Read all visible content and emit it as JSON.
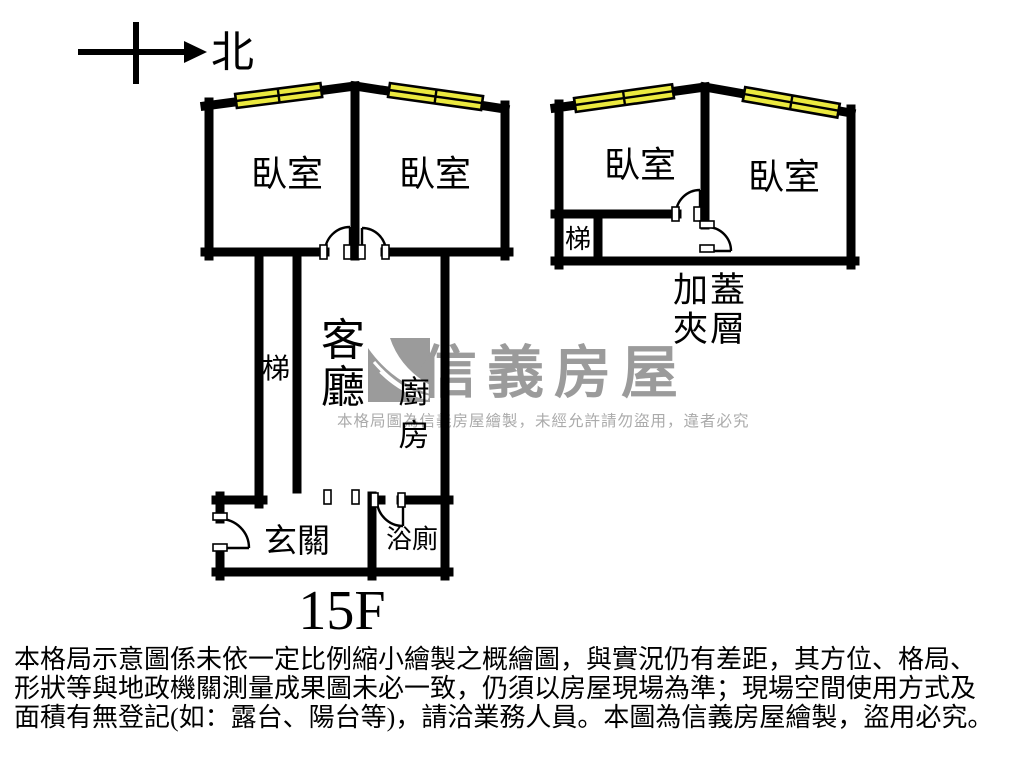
{
  "compass": {
    "label": "北"
  },
  "watermark": {
    "brand": "信義房屋",
    "notice": "本格局圖為信義房屋繪製，未經允許請勿盜用，違者必究"
  },
  "floor_plans": [
    {
      "name": "main-unit",
      "floor_label": "15F",
      "rooms": [
        {
          "name": "bedroom-left",
          "label": "臥室"
        },
        {
          "name": "bedroom-right",
          "label": "臥室"
        },
        {
          "name": "stairs",
          "label": "梯"
        },
        {
          "name": "living-room",
          "label": "客廳"
        },
        {
          "name": "kitchen",
          "label": "廚房"
        },
        {
          "name": "entry",
          "label": "玄關"
        },
        {
          "name": "bathroom",
          "label": "浴廁"
        }
      ]
    },
    {
      "name": "rooftop-mezzanine",
      "floor_label_lines": [
        "加蓋",
        "夾層"
      ],
      "rooms": [
        {
          "name": "bedroom-left",
          "label": "臥室"
        },
        {
          "name": "bedroom-right",
          "label": "臥室"
        },
        {
          "name": "stairs",
          "label": "梯"
        }
      ]
    }
  ],
  "disclaimer": {
    "lines": [
      "本格局示意圖係未依一定比例縮小繪製之概繪圖，與實況仍有差距，其方位、格局、",
      "形狀等與地政機關測量成果圖未必一致，仍須以房屋現場為準；現場空間使用方式及",
      "面積有無登記(如：露台、陽台等)，請洽業務人員。本圖為信義房屋繪製，盜用必究。"
    ]
  },
  "colors": {
    "wall": "#000000",
    "window_fill": "#ebe93f",
    "watermark_gray": "#9b9b9b",
    "notice_gray": "#ababab"
  }
}
